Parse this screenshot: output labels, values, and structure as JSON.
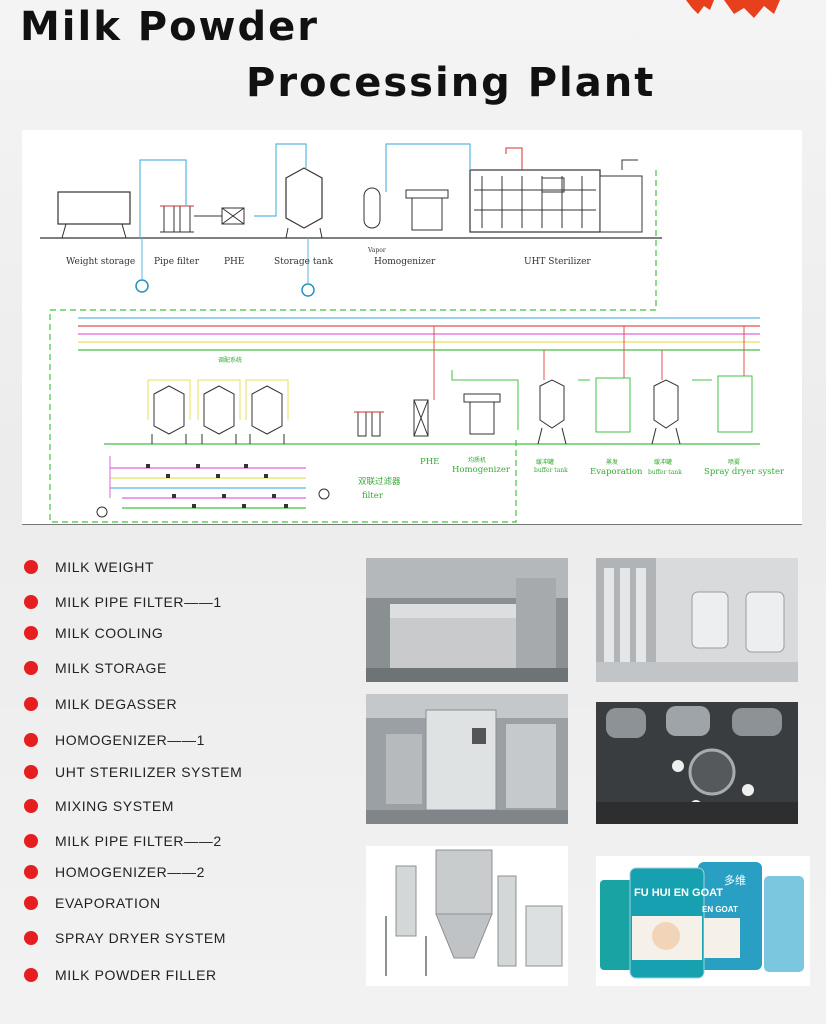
{
  "header": {
    "title_line1": "Milk Powder",
    "title_line2": "Processing Plant"
  },
  "diagram": {
    "top_labels": [
      "Weight storage",
      "Pipe filter",
      "PHE",
      "Storage tank",
      "Homogenizer",
      "UHT Sterilizer"
    ],
    "vapor_label": "Vapor",
    "mix_label": "调配系统",
    "bottom_labels": [
      "PHE",
      "Homogenizer",
      "Evaporation",
      "Spray dryer syster"
    ],
    "bottom_small_labels": [
      "均质机",
      "缓冲罐",
      "蒸发",
      "缓冲罐",
      "喷雾"
    ],
    "bottom_buffer_labels": [
      "buffer tank",
      "buffer tank"
    ],
    "filter_label_cn": "双联过滤器",
    "filter_label": "filter",
    "colors": {
      "water": "#5bb7e0",
      "green": "#44c244",
      "pink": "#e066d6",
      "yellow": "#e8e05a",
      "red": "#e05050"
    }
  },
  "features": [
    "MILK WEIGHT",
    "MILK PIPE FILTER——1",
    "MILK COOLING",
    "MILK STORAGE",
    "MILK DEGASSER",
    "HOMOGENIZER——1",
    "UHT STERILIZER SYSTEM",
    "MIXING SYSTEM",
    "MILK PIPE FILTER——2",
    "HOMOGENIZER——2",
    "EVAPORATION",
    "SPRAY DRYER SYSTEM",
    "MILK POWDER FILLER"
  ],
  "photos": {
    "can_brand": "FU HUI EN GOAT",
    "can_brand_2": "EN GOAT",
    "can_side_text": "多维"
  },
  "accent_color": "#e51f1f"
}
